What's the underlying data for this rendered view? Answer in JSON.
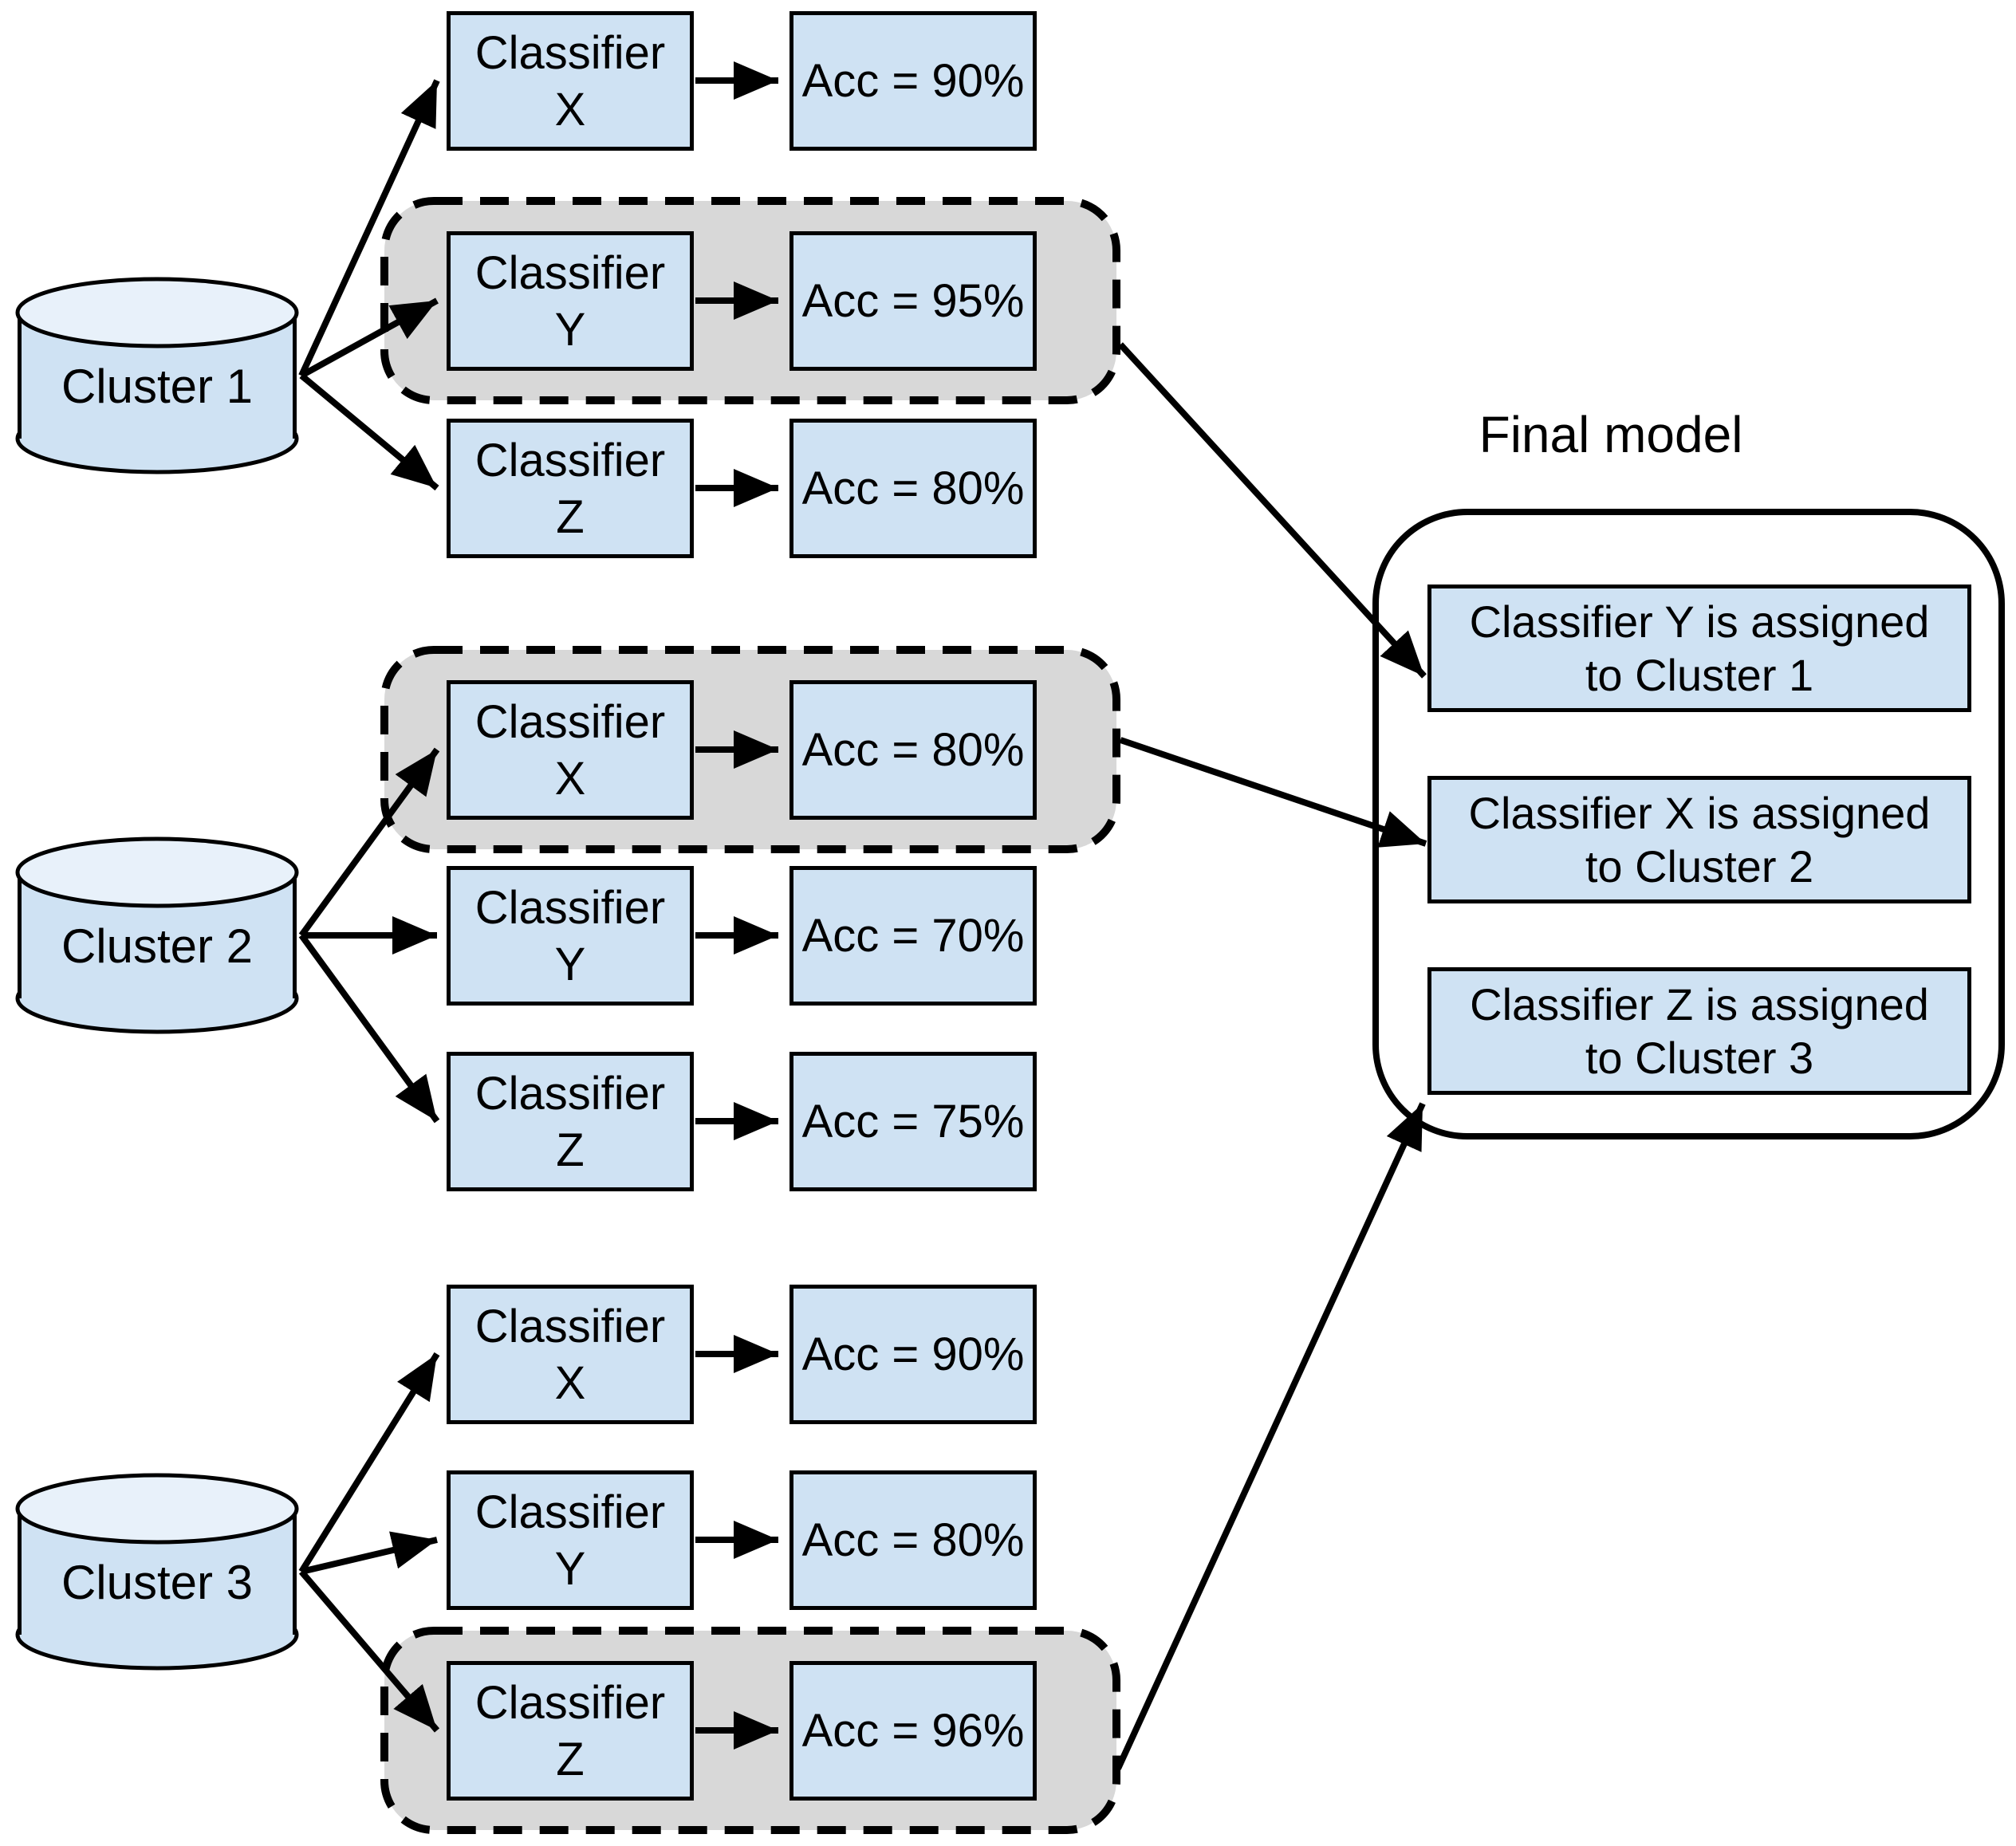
{
  "clusters": [
    {
      "label": "Cluster 1",
      "classifiers": [
        {
          "line1": "Classifier",
          "line2": "X",
          "acc": "Acc = 90%",
          "highlighted": false
        },
        {
          "line1": "Classifier",
          "line2": "Y",
          "acc": "Acc = 95%",
          "highlighted": true
        },
        {
          "line1": "Classifier",
          "line2": "Z",
          "acc": "Acc = 80%",
          "highlighted": false
        }
      ]
    },
    {
      "label": "Cluster 2",
      "classifiers": [
        {
          "line1": "Classifier",
          "line2": "X",
          "acc": "Acc = 80%",
          "highlighted": true
        },
        {
          "line1": "Classifier",
          "line2": "Y",
          "acc": "Acc = 70%",
          "highlighted": false
        },
        {
          "line1": "Classifier",
          "line2": "Z",
          "acc": "Acc = 75%",
          "highlighted": false
        }
      ]
    },
    {
      "label": "Cluster 3",
      "classifiers": [
        {
          "line1": "Classifier",
          "line2": "X",
          "acc": "Acc = 90%",
          "highlighted": false
        },
        {
          "line1": "Classifier",
          "line2": "Y",
          "acc": "Acc = 80%",
          "highlighted": false
        },
        {
          "line1": "Classifier",
          "line2": "Z",
          "acc": "Acc = 96%",
          "highlighted": true
        }
      ]
    }
  ],
  "final_model": {
    "title": "Final model",
    "assignments": [
      {
        "line1": "Classifier Y is assigned",
        "line2": "to Cluster 1"
      },
      {
        "line1": "Classifier X is assigned",
        "line2": "to Cluster 2"
      },
      {
        "line1": "Classifier Z is assigned",
        "line2": "to Cluster 3"
      }
    ]
  },
  "colors": {
    "box-fill": "#cfe2f3",
    "cylinder-top-fill": "#e8f1fa",
    "group-fill": "#d8d8d8",
    "stroke": "#000000",
    "background": "#ffffff"
  }
}
